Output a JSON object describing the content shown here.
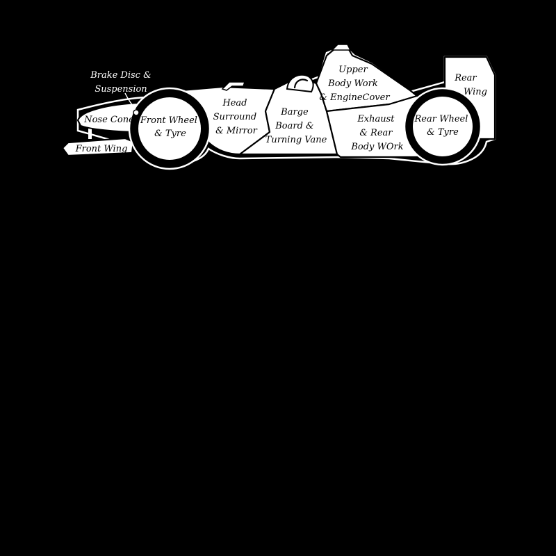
{
  "colors": {
    "background": "#000000",
    "body": "#ffffff",
    "ink": "#000000"
  },
  "labels": {
    "brake_disc": [
      "Brake Disc &",
      "Suspension"
    ],
    "nose_cone": [
      "Nose Cone"
    ],
    "front_wing": [
      "Front Wing"
    ],
    "front_wheel": [
      "Front Wheel",
      "& Tyre"
    ],
    "head_surround": [
      "Head",
      "Surround",
      "& Mirror"
    ],
    "barge_board": [
      "Barge",
      "Board &",
      "Turning Vane"
    ],
    "upper_body": [
      "Upper",
      "Body Work",
      "& EngineCover"
    ],
    "exhaust": [
      "Exhaust",
      "& Rear",
      "Body WOrk"
    ],
    "rear_wheel": [
      "Rear Wheel",
      "& Tyre"
    ],
    "rear_wing": [
      "Rear",
      "Wing"
    ]
  }
}
